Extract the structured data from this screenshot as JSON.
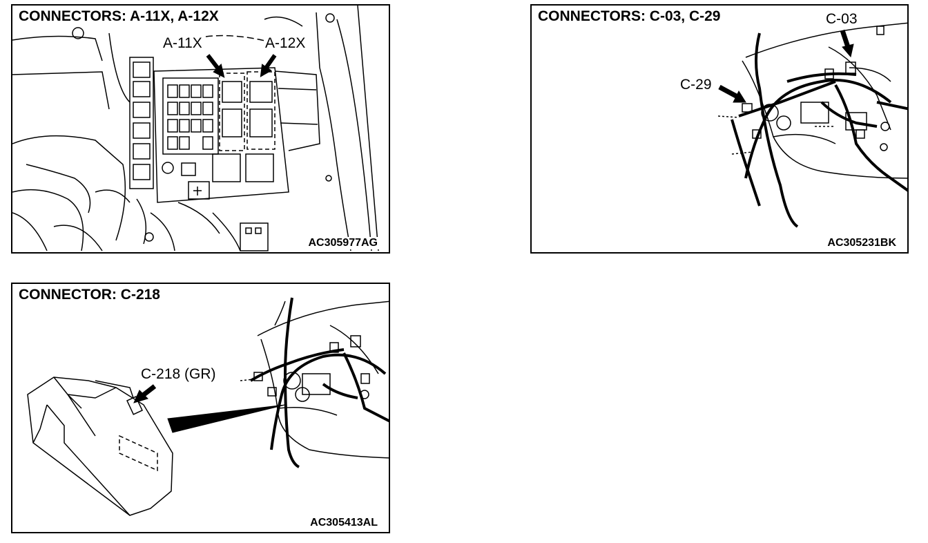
{
  "panels": [
    {
      "title": "CONNECTORS: A-11X, A-12X",
      "code": "AC305977AG",
      "labels": [
        "A-11X",
        "A-12X"
      ]
    },
    {
      "title": "CONNECTORS: C-03, C-29",
      "code": "AC305231BK",
      "labels": [
        "C-03",
        "C-29"
      ]
    },
    {
      "title": "CONNECTOR: C-218",
      "code": "AC305413AL",
      "labels": [
        "C-218 (GR)"
      ]
    }
  ]
}
